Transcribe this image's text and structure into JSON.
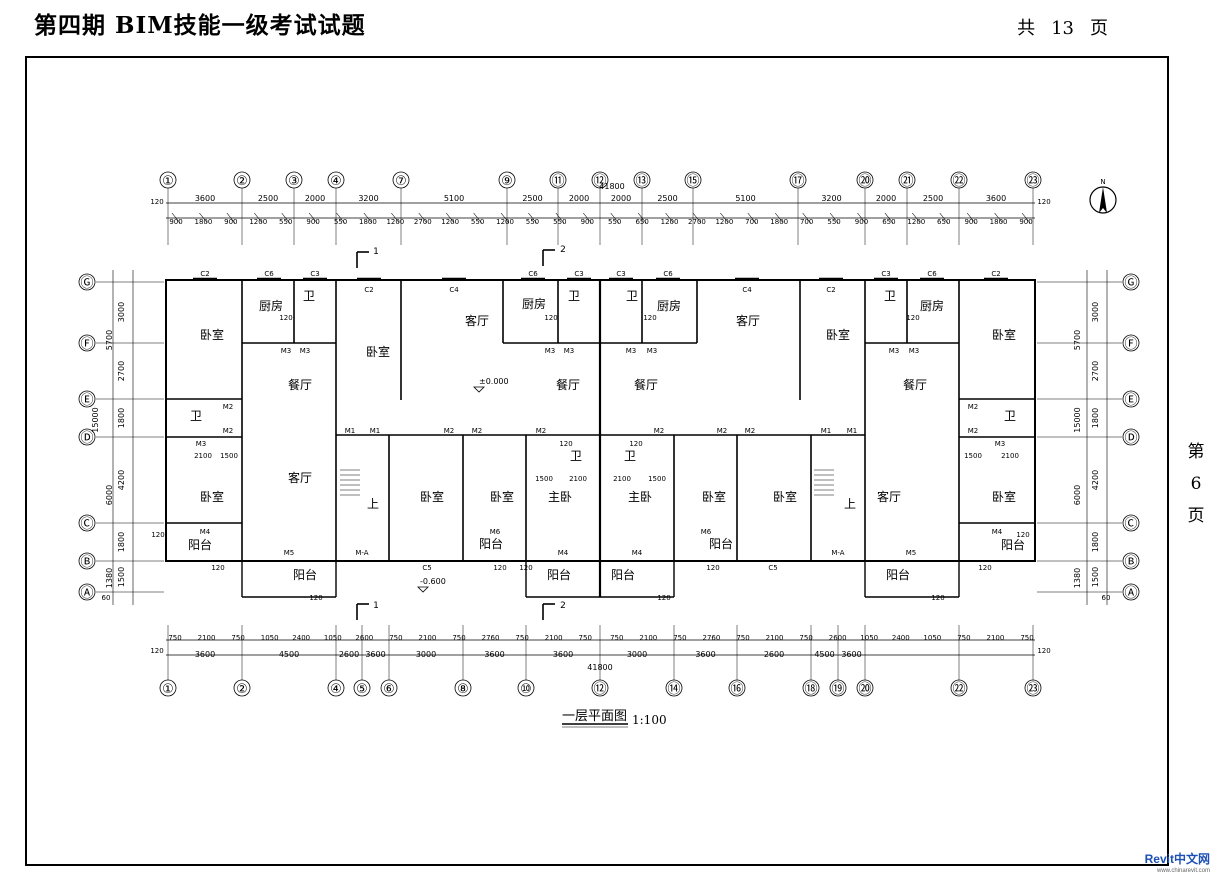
{
  "header": {
    "title": "第四期 BIM技能一级考试试题",
    "total_prefix": "共",
    "total_pages": "13",
    "total_suffix": "页"
  },
  "side": {
    "page_prefix": "第",
    "page_number": "6",
    "page_suffix": "页"
  },
  "drawing": {
    "caption": "一层平面图",
    "scale": "1:100",
    "overall_dim": "41800",
    "elev_ground": "±0.000",
    "elev_outside": "-0.600",
    "top_axes": [
      "①",
      "②",
      "③",
      "④",
      "⑦",
      "⑨",
      "⑪",
      "⑫",
      "⑬",
      "⑮",
      "⑰",
      "⑳",
      "㉑",
      "㉒",
      "㉓"
    ],
    "top_dims": [
      "3600",
      "2500",
      "2000",
      "3200",
      "5100",
      "2500",
      "2000",
      "2000",
      "2500",
      "5100",
      "3200",
      "2000",
      "2500",
      "3600"
    ],
    "top_window_dims": [
      "900",
      "1800",
      "900",
      "1200",
      "550",
      "900",
      "550",
      "1800",
      "1200",
      "2700",
      "1200",
      "550",
      "1200",
      "550",
      "550",
      "900",
      "550",
      "650",
      "1200",
      "2700",
      "1200",
      "700",
      "1800",
      "700",
      "550",
      "900",
      "650",
      "1200",
      "650",
      "900",
      "1800",
      "900"
    ],
    "bottom_axes": [
      "①",
      "②",
      "④",
      "⑤",
      "⑥",
      "⑧",
      "⑩",
      "⑫",
      "⑭",
      "⑯",
      "⑱",
      "⑲",
      "⑳",
      "㉒",
      "㉓"
    ],
    "bottom_dims": [
      "3600",
      "4500",
      "2600",
      "3600",
      "3000",
      "3600",
      "3600",
      "3000",
      "3600",
      "2600",
      "4500",
      "3600"
    ],
    "bottom_window_dims": [
      "750",
      "2100",
      "750",
      "1050",
      "2400",
      "1050",
      "2600",
      "750",
      "2100",
      "750",
      "2760",
      "750",
      "2100",
      "750",
      "750",
      "2100",
      "750",
      "2760",
      "750",
      "2100",
      "750",
      "2600",
      "1050",
      "2400",
      "1050",
      "750",
      "2100",
      "750"
    ],
    "side_axes": [
      "Ⓖ",
      "Ⓕ",
      "Ⓔ",
      "Ⓓ",
      "Ⓒ",
      "Ⓑ",
      "Ⓐ"
    ],
    "left_dims": [
      "3000",
      "2700",
      "1800",
      "4200",
      "1800",
      "1500"
    ],
    "left_outer_dims": [
      "5700",
      "6000",
      "15000",
      "1380"
    ],
    "rooms": {
      "bedroom": "卧室",
      "kitchen": "厨房",
      "toilet": "卫",
      "living": "客厅",
      "dining": "餐厅",
      "balcony": "阳台",
      "master": "主卧",
      "up": "上"
    },
    "codes": [
      "C2",
      "C6",
      "C3",
      "C4",
      "C5",
      "M1",
      "M2",
      "M3",
      "M4",
      "M5",
      "M6",
      "M-A"
    ],
    "misc_dims": [
      "120",
      "60",
      "2100",
      "1500"
    ],
    "section_marks": [
      "1",
      "2"
    ]
  },
  "north": "N",
  "watermark": {
    "brand": "Revit中文网",
    "url": "www.chinarevit.com"
  }
}
